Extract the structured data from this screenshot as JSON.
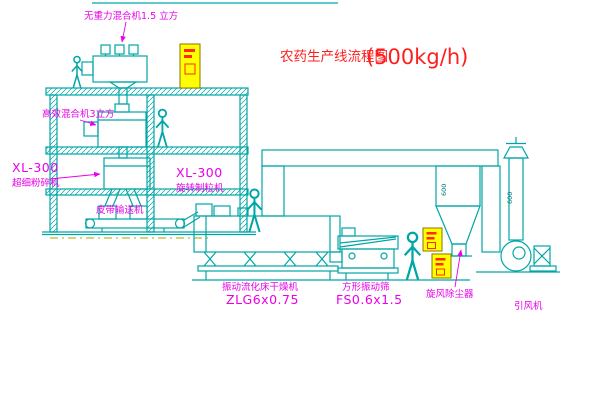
{
  "title": {
    "main": "农药生产线流程图",
    "capacity": "(500kg/h)"
  },
  "labels": {
    "gravity_mixer": "无重力混合机1.5 立方",
    "high_mixer": "高效混合机3立方",
    "mill_model": "XL-300",
    "mill_name": "超细粉碎机",
    "granulator_model": "XL-300",
    "granulator_name": "旋转制粒机",
    "conveyor": "皮带输送机",
    "dryer_name": "振动流化床干燥机",
    "dryer_model": "ZLG6x0.75",
    "screen_name": "方形振动筛",
    "screen_model": "FS0.6x1.5",
    "cyclone": "旋风除尘器",
    "fan": "引风机",
    "duct_dim": "600",
    "stack_dim": "600"
  },
  "colors": {
    "line": "#00a6a6",
    "label": "#ea00ea",
    "title": "#ff1e1e",
    "panel_fill": "#ffff00",
    "panel_mark": "#ff2a00",
    "centerline": "#b5a300",
    "background": "#ffffff"
  }
}
